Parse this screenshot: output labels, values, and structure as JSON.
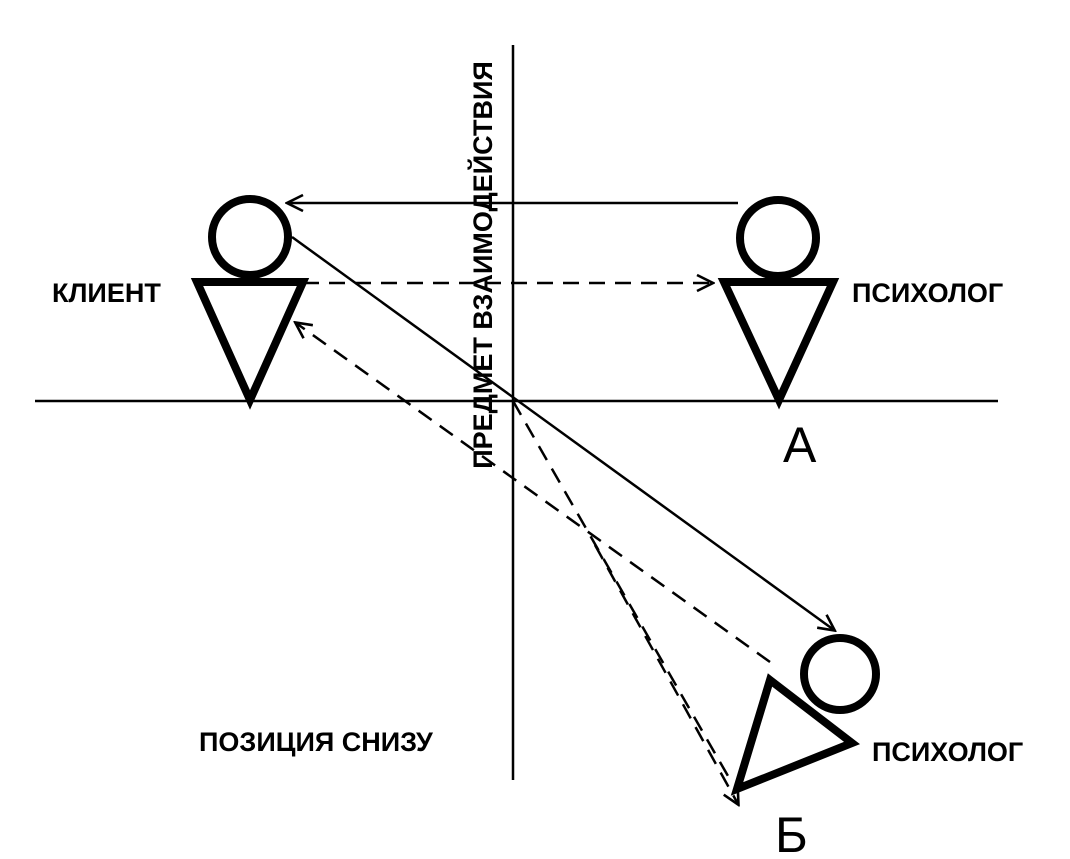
{
  "labels": {
    "vertical_axis": "ПРЕДМЕТ ВЗАИМОДЕЙСТВИЯ",
    "client": "КЛИЕНТ",
    "psychologist_a": "ПСИХОЛОГ",
    "position_a": "А",
    "position_bottom": "ПОЗИЦИЯ СНИЗУ",
    "psychologist_b": "ПСИХОЛОГ",
    "position_b": "Б"
  },
  "colors": {
    "ink": "#000000",
    "background": "#ffffff"
  }
}
